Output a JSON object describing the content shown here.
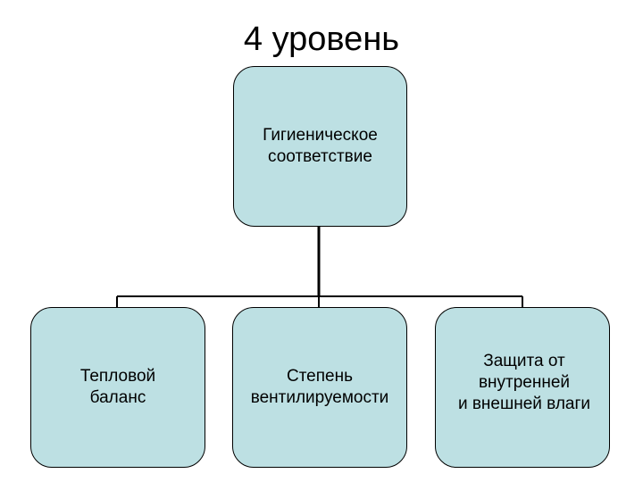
{
  "title": "4 уровень",
  "diagram": {
    "root": {
      "label": "Гигиеническое\nсоответствие"
    },
    "children": [
      {
        "label": "Тепловой\nбаланс"
      },
      {
        "label": "Степень\nвентилируемости"
      },
      {
        "label": "Защита от\nвнутренней\nи внешней влаги"
      }
    ]
  },
  "colors": {
    "box_fill": "#bde0e3",
    "line": "#000000"
  }
}
